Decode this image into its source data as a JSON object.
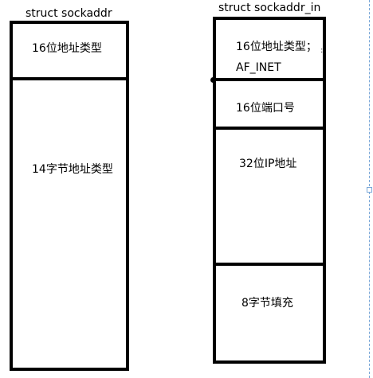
{
  "diagram": {
    "left": {
      "title": "struct sockaddr",
      "fields": [
        {
          "label": "16位地址类型"
        },
        {
          "label": "14字节地址类型"
        }
      ]
    },
    "right": {
      "title": "struct sockaddr_in",
      "fields": [
        {
          "label": "16位地址类型；",
          "sublabel": "AF_INET"
        },
        {
          "label": "16位端口号"
        },
        {
          "label": "32位IP地址"
        },
        {
          "label": "8字节填充"
        }
      ]
    }
  },
  "colors": {
    "stroke": "#000000",
    "selection": "#7aa7d8"
  }
}
